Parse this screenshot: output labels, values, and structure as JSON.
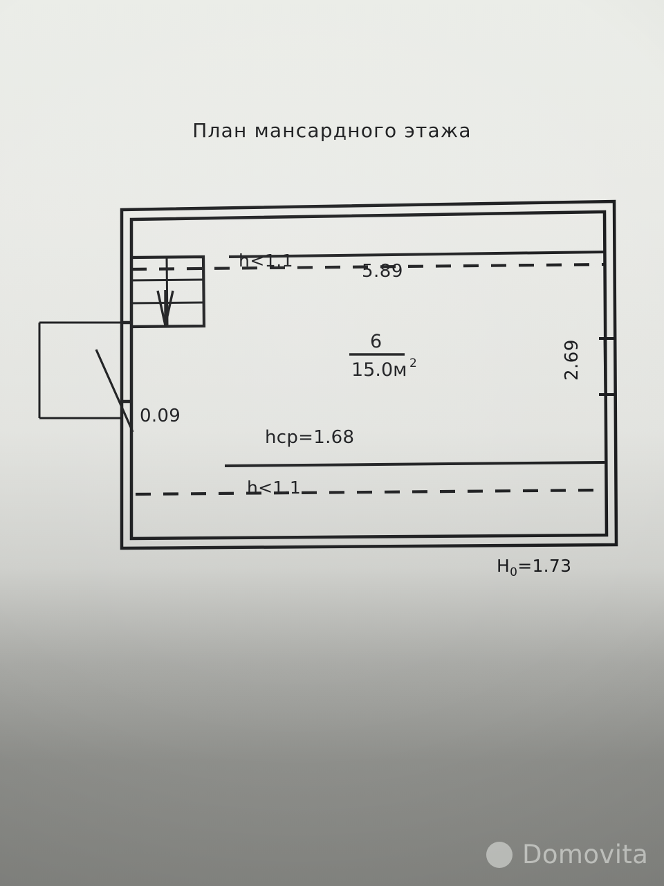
{
  "document": {
    "title": "План мансардного этажа",
    "type": "floor-plan",
    "language": "ru"
  },
  "plan": {
    "room": {
      "number": "6",
      "area": "15.0м",
      "area_superscript": "2"
    },
    "dimensions": {
      "top_length": "5.89",
      "right_width": "2.69",
      "wall_offset": "0.09",
      "height_limit_upper": "h<1.1",
      "height_limit_lower": "h<1.1",
      "average_height": "hср=1.68",
      "main_height_label": "H",
      "main_height_sub": "0",
      "main_height_value": "=1.73"
    },
    "features": {
      "staircase": "staircase-down",
      "staircase_direction_glyph": "↓",
      "window": "window-right-wall"
    }
  },
  "watermark": {
    "brand": "Domovita",
    "logo": "circle-logo"
  },
  "colors": {
    "ink": "#131417",
    "paper_light": "#eceee9",
    "paper_dark": "#858682",
    "watermark": "#d6d8d4"
  }
}
